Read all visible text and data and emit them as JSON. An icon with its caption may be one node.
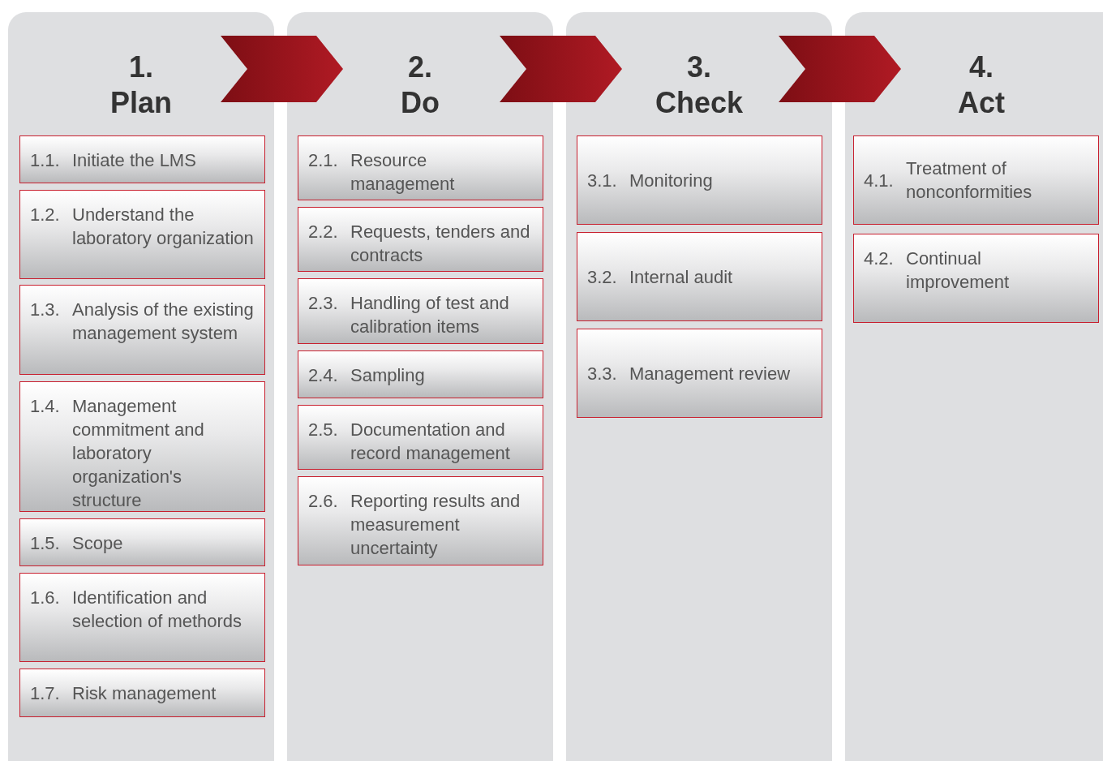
{
  "diagram": {
    "nodes": [
      {
        "text": [
          "1.",
          "Plan"
        ]
      },
      {
        "text": [
          "1.1.",
          "Initiate the LMS"
        ],
        "in": 0
      },
      {
        "text": [
          "1.2.",
          "Understand the laboratory organization"
        ],
        "in": 0
      },
      {
        "text": [
          "1.3.",
          "Analysis of the existing management system"
        ],
        "in": 0
      },
      {
        "text": [
          "1.4.",
          "Management commitment and laboratory organization's structure"
        ],
        "in": 0
      },
      {
        "text": [
          "1.5.",
          "Scope"
        ],
        "in": 0
      },
      {
        "text": [
          "1.6.",
          "Identification and selection of methords"
        ],
        "in": 0
      },
      {
        "text": [
          "1.7.",
          "Risk management"
        ],
        "in": 0
      },
      {
        "text": [
          "2.",
          "Do"
        ]
      },
      {
        "text": [
          "2.1.",
          "Resource management"
        ],
        "in": 8
      },
      {
        "text": [
          "2.2.",
          "Requests, tenders and contracts"
        ],
        "in": 8
      },
      {
        "text": [
          "2.3.",
          "Handling of test and calibration items"
        ],
        "in": 8
      },
      {
        "text": [
          "2.4.",
          "Sampling"
        ],
        "in": 8
      },
      {
        "text": [
          "2.5.",
          "Documentation and record management"
        ],
        "in": 8
      },
      {
        "text": [
          "2.6.",
          "Reporting results and measurement uncertainty"
        ],
        "in": 8
      },
      {
        "text": [
          "3.",
          "Check"
        ]
      },
      {
        "text": [
          "3.1.",
          "Monitoring"
        ],
        "in": 15
      },
      {
        "text": [
          "3.2.",
          "Internal audit"
        ],
        "in": 15
      },
      {
        "text": [
          "3.3.",
          "Management review"
        ],
        "in": 15
      },
      {
        "text": [
          "4.",
          "Act"
        ]
      },
      {
        "text": [
          "4.1.",
          "Treatment of nonconformities"
        ],
        "in": 19
      },
      {
        "text": [
          "4.2.",
          "Continual improvement"
        ],
        "in": 19
      }
    ],
    "edges": [
      {
        "from": 0,
        "to": 8,
        "arrow": "to",
        "style": "thick",
        "color": "#b01a24"
      },
      {
        "from": 8,
        "to": 15,
        "arrow": "to",
        "style": "thick",
        "color": "#b01a24"
      },
      {
        "from": 15,
        "to": 19,
        "arrow": "to",
        "style": "thick",
        "color": "#b01a24"
      }
    ]
  }
}
